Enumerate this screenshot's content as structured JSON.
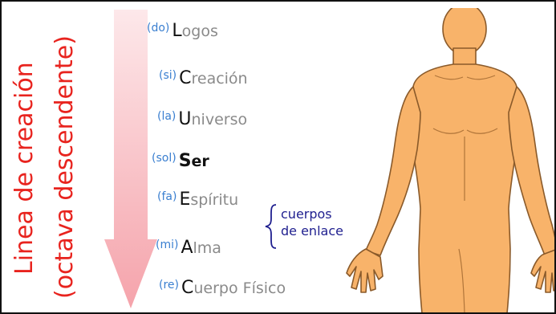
{
  "title": {
    "line1": "Linea de creación",
    "line2": "(octava descendente)"
  },
  "levels": [
    {
      "note": "(do)",
      "initial": "L",
      "rest": "ogos",
      "bold": false
    },
    {
      "note": "(si)",
      "initial": "C",
      "rest": "reación",
      "bold": false
    },
    {
      "note": "(la)",
      "initial": "U",
      "rest": "niverso",
      "bold": false
    },
    {
      "note": "(sol)",
      "initial": "S",
      "rest": "er",
      "bold": true
    },
    {
      "note": "(fa)",
      "initial": "E",
      "rest": "spíritu",
      "bold": false
    },
    {
      "note": "(mi)",
      "initial": "A",
      "rest": "lma",
      "bold": false
    },
    {
      "note": "(re)",
      "initial": "C",
      "rest": "uerpo Físico",
      "bold": false
    }
  ],
  "brace_label": {
    "line1": "cuerpos",
    "line2": "de enlace"
  },
  "colors": {
    "title": "#e8231e",
    "arrow_top": "#fbe3e5",
    "arrow_bottom": "#f6a8b0",
    "note": "#3a87d6",
    "brace": "#1f1f8f",
    "skin": "#f8b36a",
    "skin_outline": "#8a5a2a"
  }
}
